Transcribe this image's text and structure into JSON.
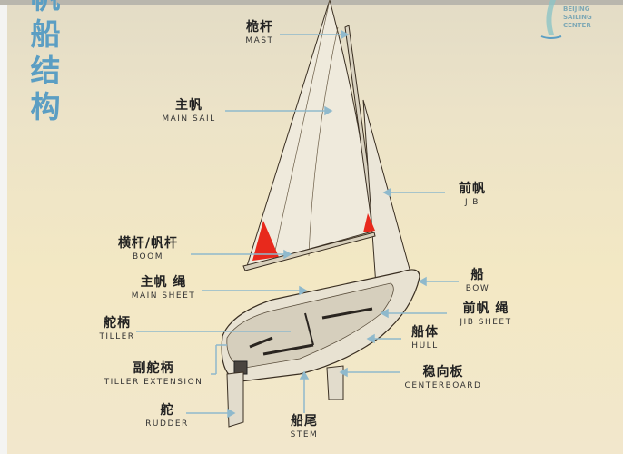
{
  "title": "帆船结构",
  "logo": {
    "text": "BEIJING SAILING CENTER",
    "accent": "#5b9ec3"
  },
  "colors": {
    "title": "#5b9ec3",
    "arrow": "#8fb9cc",
    "sail_accent": "#e8291c"
  },
  "labels": [
    {
      "zh": "桅杆",
      "en": "MAST"
    },
    {
      "zh": "主帆",
      "en": "MAIN SAIL"
    },
    {
      "zh": "前帆",
      "en": "JIB"
    },
    {
      "zh": "横杆/帆杆",
      "en": "BOOM"
    },
    {
      "zh": "主帆 绳",
      "en": "MAIN SHEET"
    },
    {
      "zh": "船",
      "en": "BOW"
    },
    {
      "zh": "前帆 绳",
      "en": "JIB SHEET"
    },
    {
      "zh": "舵柄",
      "en": "TILLER"
    },
    {
      "zh": "船体",
      "en": "HULL"
    },
    {
      "zh": "副舵柄",
      "en": "TILLER EXTENSION"
    },
    {
      "zh": "稳向板",
      "en": "CENTERBOARD"
    },
    {
      "zh": "舵",
      "en": "RUDDER"
    },
    {
      "zh": "船尾",
      "en": "STEM"
    }
  ]
}
